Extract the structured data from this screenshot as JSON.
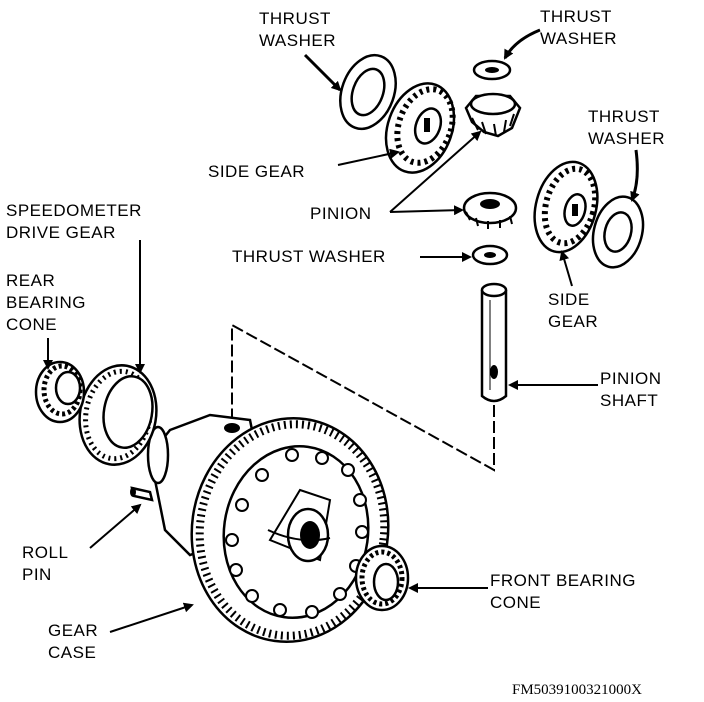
{
  "labels": {
    "thrust_washer_top_left": [
      "THRUST",
      "WASHER"
    ],
    "thrust_washer_top_right": [
      "THRUST",
      "WASHER"
    ],
    "thrust_washer_right": [
      "THRUST",
      "WASHER"
    ],
    "side_gear_top": "SIDE GEAR",
    "pinion": "PINION",
    "thrust_washer_middle": "THRUST WASHER",
    "side_gear_right": [
      "SIDE",
      "GEAR"
    ],
    "speedometer_drive_gear": [
      "SPEEDOMETER",
      "DRIVE GEAR"
    ],
    "rear_bearing_cone": [
      "REAR",
      "BEARING",
      "CONE"
    ],
    "pinion_shaft": [
      "PINION",
      "SHAFT"
    ],
    "roll_pin": [
      "ROLL",
      "PIN"
    ],
    "gear_case": [
      "GEAR",
      "CASE"
    ],
    "front_bearing_cone": [
      "FRONT BEARING",
      "CONE"
    ]
  },
  "figure_code": "FM5039100321000X"
}
